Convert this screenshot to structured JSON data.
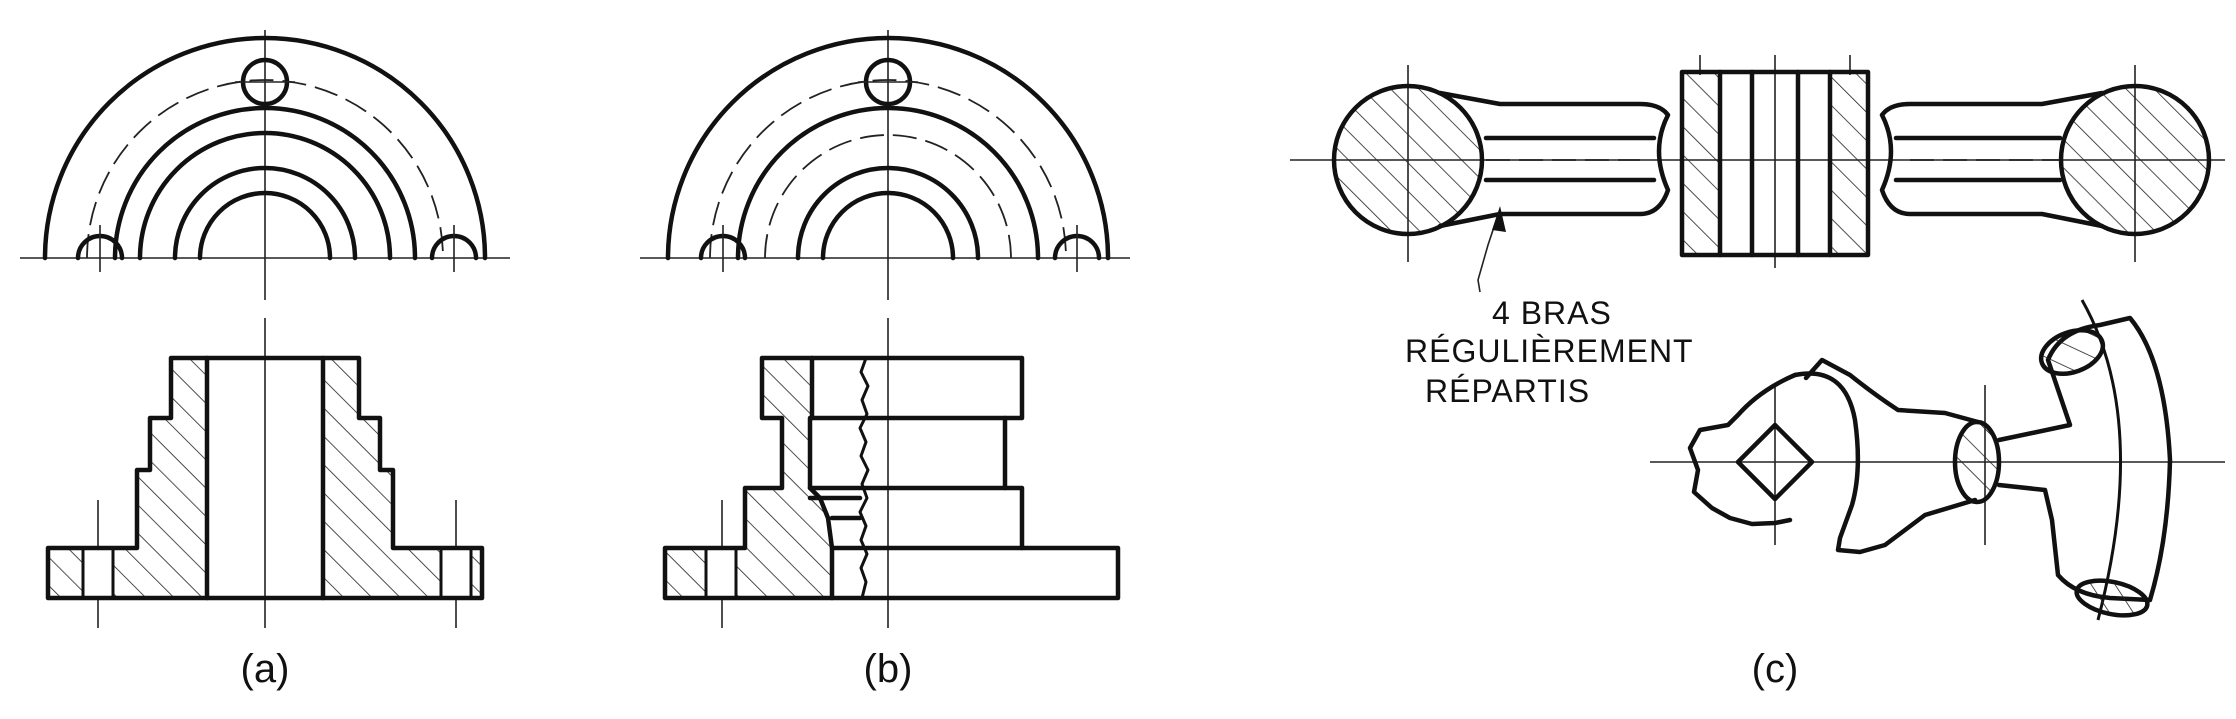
{
  "figure": {
    "labels": {
      "a": "(a)",
      "b": "(b)",
      "c": "(c)"
    },
    "note": {
      "line1": "4 BRAS",
      "line2": "RÉGULIÈREMENT",
      "line3": "RÉPARTIS"
    }
  }
}
